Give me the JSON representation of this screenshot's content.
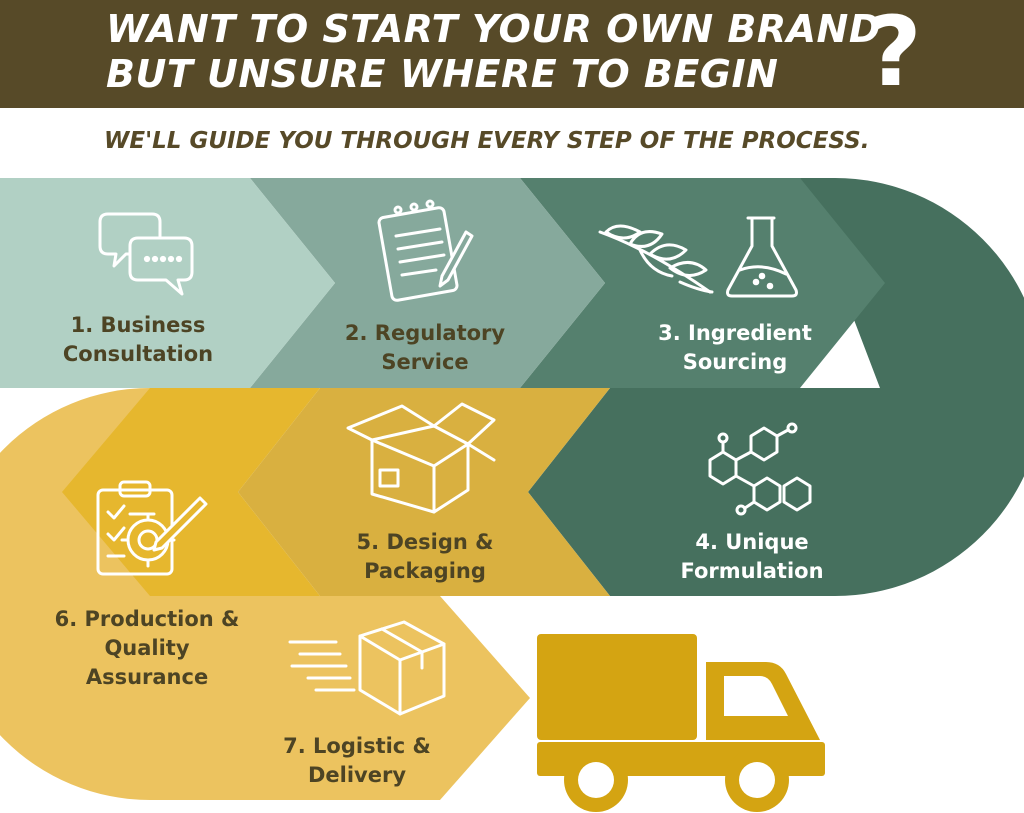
{
  "header": {
    "line1": "WANT TO START YOUR OWN BRAND",
    "line2": "BUT UNSURE WHERE TO BEGIN",
    "question_mark": "?"
  },
  "subtitle": "WE'LL GUIDE YOU THROUGH EVERY STEP OF THE PROCESS.",
  "steps": [
    {
      "lines": [
        "1. Business",
        "Consultation"
      ],
      "icon": "speech-bubbles-icon"
    },
    {
      "lines": [
        "2. Regulatory",
        "Service"
      ],
      "icon": "notepad-pencil-icon"
    },
    {
      "lines": [
        "3. Ingredient",
        "Sourcing"
      ],
      "icon": "leaf-flask-icon"
    },
    {
      "lines": [
        "4. Unique",
        "Formulation"
      ],
      "icon": "molecule-icon"
    },
    {
      "lines": [
        "5. Design &",
        "Packaging"
      ],
      "icon": "open-box-icon"
    },
    {
      "lines": [
        "6. Production &",
        "Quality",
        "Assurance"
      ],
      "icon": "clipboard-gear-icon"
    },
    {
      "lines": [
        "7. Logistic &",
        "Delivery"
      ],
      "icon": "fast-box-icon"
    }
  ],
  "colors": {
    "header_bg": "#574a28",
    "header_text": "#ffffff",
    "subtitle_text": "#574a28",
    "step1": "#b1d0c4",
    "step2": "#86a99c",
    "step3": "#55806e",
    "step4": "#46705e",
    "step5": "#d9b040",
    "step6": "#e6b72e",
    "step6_outer": "#ecc35f",
    "step7": "#ecc35f",
    "truck": "#d4a412",
    "dark_label": "#4d4424",
    "light_label": "#ffffff"
  }
}
